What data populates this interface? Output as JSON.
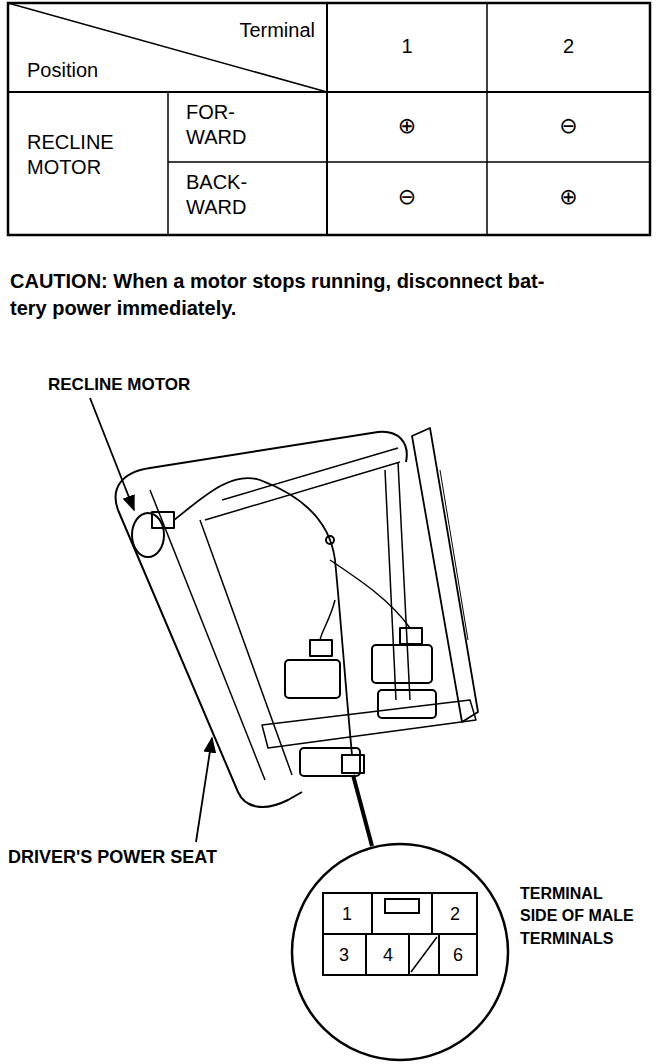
{
  "diagram": {
    "labels": [
      "Terminal",
      "Position",
      "1",
      "2",
      "RECLINE MOTOR",
      "FOR- WARD",
      "BACK- WARD",
      "⊕",
      "⊖",
      "⊖",
      "⊕",
      "CAUTION: When a motor stops running, disconnect bat- tery power immediately.",
      "RECLINE MOTOR",
      "DRIVER'S POWER SEAT",
      "TERMINAL SIDE OF MALE TERMINALS",
      "1",
      "2",
      "3",
      "4",
      "6"
    ]
  }
}
